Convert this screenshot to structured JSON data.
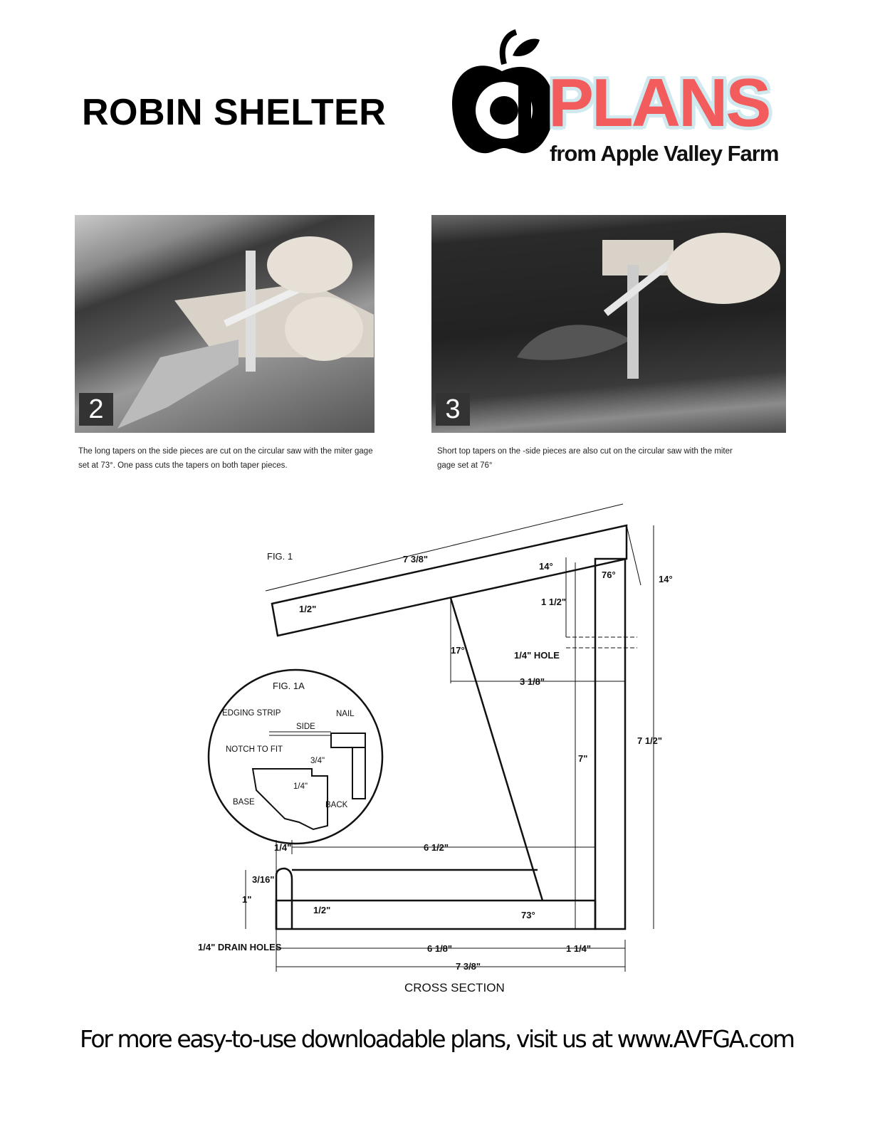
{
  "title": "ROBIN SHELTER",
  "logo": {
    "letter": "a",
    "brand": "PLANS",
    "tagline": "from Apple Valley Farm",
    "brand_color": "#f25c5c"
  },
  "photos": [
    {
      "number": "2",
      "caption": "The long tapers on the side pieces are cut on the circular saw with the miter gage set at 73°. One pass cuts the tapers on both taper pieces."
    },
    {
      "number": "3",
      "caption": "Short top tapers on the -side pieces are also cut on the circular saw with the miter gage set at 76°"
    }
  ],
  "diagram": {
    "fig1": "FIG. 1",
    "fig1a": "FIG. 1A",
    "caption": "CROSS SECTION",
    "dims": {
      "roof_length": "7 3/8\"",
      "roof_thickness": "1/2\"",
      "angle_14_top": "14°",
      "angle_76": "76°",
      "angle_14_right": "14°",
      "hole_offset": "1 1/2\"",
      "hole": "1/4\" HOLE",
      "angle_17": "17°",
      "side_top_width": "3 1/8\"",
      "back_height": "7\"",
      "total_height": "7 1/2\"",
      "front_thickness": "1/4\"",
      "inner_length": "6 1/2\"",
      "round_radius": "3/16\"",
      "front_height": "1\"",
      "base_thickness": "1/2\"",
      "angle_73": "73°",
      "drain_holes": "1/4\" DRAIN HOLES",
      "base_length": "6 1/8\"",
      "back_thickness": "1 1/4\"",
      "total_length": "7 3/8\""
    },
    "detail_labels": {
      "edging_strip": "EDGING STRIP",
      "side": "SIDE",
      "nail": "NAIL",
      "notch": "NOTCH TO FIT",
      "notch_dim": "3/4\"",
      "depth_dim": "1/4\"",
      "base": "BASE",
      "back": "BACK"
    }
  },
  "footer": "For more easy-to-use downloadable plans, visit us at www.AVFGA.com"
}
